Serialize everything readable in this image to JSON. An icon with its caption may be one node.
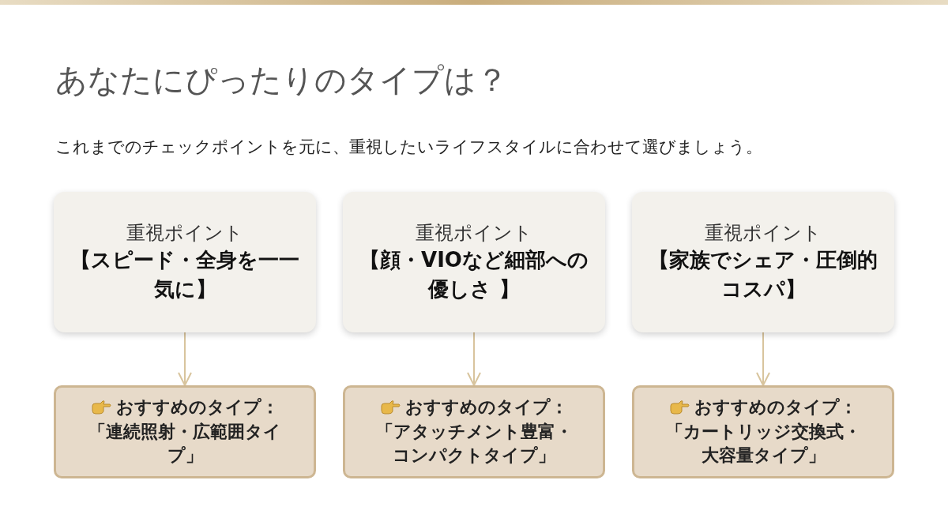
{
  "diagram": {
    "title": "あなたにぴったりのタイプは？",
    "caption": "これまでのチェックポイントを元に、重視したいライフスタイルに合わせて選びましょう。",
    "nodes": [
      {
        "text": [
          "重視ポイント",
          "【スピード・全身を一一気に】"
        ]
      },
      {
        "text": [
          "重視ポイント",
          "【顔・VIOなど細部への優しさ 】"
        ]
      },
      {
        "text": [
          "重視ポイント",
          "【家族でシェア・圧倒的コスパ】"
        ]
      },
      {
        "text": [
          "おすすめのタイプ：",
          "「連続照射・広範囲タイプ」"
        ]
      },
      {
        "text": [
          "おすすめのタイプ：",
          "「アタッチメント豊富・コンパクトタイプ」"
        ]
      },
      {
        "text": [
          "おすすめのタイプ：",
          "「カートリッジ交換式・大容量タイプ」"
        ]
      }
    ],
    "edges": [
      {
        "from": 0,
        "to": 3,
        "arrow": "to"
      },
      {
        "from": 1,
        "to": 4,
        "arrow": "to"
      },
      {
        "from": 2,
        "to": 5,
        "arrow": "to"
      }
    ]
  }
}
